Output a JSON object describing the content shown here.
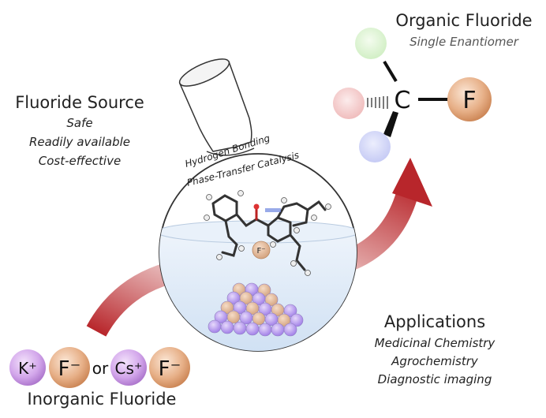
{
  "fluoride_source": {
    "title": "Fluoride Source",
    "properties": [
      "Safe",
      "Readily available",
      "Cost-effective"
    ]
  },
  "organic_fluoride": {
    "title": "Organic Fluoride",
    "subtitle": "Single Enantiomer",
    "center_atom": "C",
    "fluorine_atom": "F"
  },
  "flask": {
    "label_line1": "Hydrogen Bonding",
    "label_line2": "Phase-Transfer Catalysis",
    "anion_label": "F⁻"
  },
  "inorganic_fluoride": {
    "title": "Inorganic Fluoride",
    "cation1": "K⁺",
    "anion1": "F⁻",
    "or_text": "or",
    "cation2": "Cs⁺",
    "anion2": "F⁻"
  },
  "applications": {
    "title": "Applications",
    "items": [
      "Medicinal Chemistry",
      "Agrochemistry",
      "Diagnostic imaging"
    ]
  },
  "colors": {
    "arrow": "#b8262b",
    "fluoride_orange": "#e0a071",
    "potassium_purple": "#c58ee0",
    "green_sphere": "#d9f5cf",
    "red_sphere": "#f2c3c3",
    "blue_sphere": "#cfd2f7",
    "solvent_blue": "#d8e6f5"
  }
}
